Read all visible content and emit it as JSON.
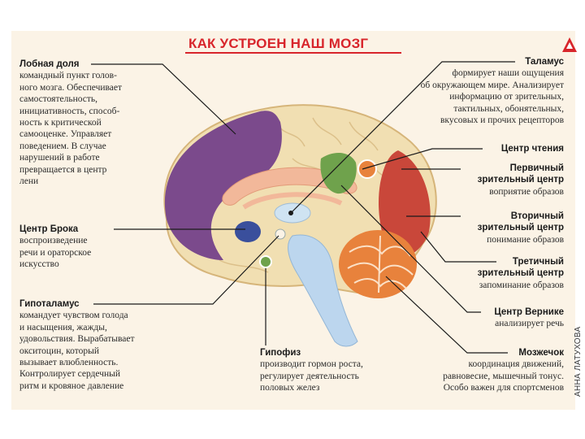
{
  "title": "КАК УСТРОЕН НАШ МОЗГ",
  "credit": "АННА ЛАТУХОВА",
  "colors": {
    "title_red": "#d8252b",
    "frontal": "#7b4a8c",
    "cortex": "#f1dfb2",
    "broca": "#3a4f9c",
    "reading": "#6fa24c",
    "visual": "#c9473a",
    "cerebellum": "#e8823c",
    "brainstem": "#bcd6ee",
    "line": "#1a1a1a"
  },
  "labels": {
    "frontal": {
      "heading": "Лобная доля",
      "lines": [
        "командный пункт голов-",
        "ного мозга. Обеспечивает",
        "самостоятельность,",
        "инициативность, способ-",
        "ность к критической",
        "самооценке. Управляет",
        "поведением. В случае",
        "нарушений в работе",
        "превращается в центр",
        "лени"
      ]
    },
    "broca": {
      "heading": "Центр Брока",
      "lines": [
        "воспроизведение",
        "речи и ораторское",
        "искусство"
      ]
    },
    "hypothalamus": {
      "heading": "Гипоталамус",
      "lines": [
        "командует чувством голода",
        "и насыщения, жажды,",
        "удовольствия. Вырабатывает",
        "окситоцин, который",
        "вызывает влюбленность.",
        "Контролирует сердечный",
        "ритм и кровяное давление"
      ]
    },
    "pituitary": {
      "heading": "Гипофиз",
      "lines": [
        "производит гормон роста,",
        "регулирует деятельность",
        "половых желез"
      ]
    },
    "thalamus": {
      "heading": "Таламус",
      "lines": [
        "формирует наши ощущения",
        "об окружающем мире. Анализирует",
        "информацию от зрительных,",
        "тактильных, обонятельных,",
        "вкусовых и прочих рецепторов"
      ]
    },
    "reading": {
      "heading": "Центр чтения",
      "lines": []
    },
    "primary_visual": {
      "heading_lines": [
        "Первичный",
        "зрительный центр"
      ],
      "lines": [
        "воприятие образов"
      ]
    },
    "secondary_visual": {
      "heading_lines": [
        "Вторичный",
        "зрительный центр"
      ],
      "lines": [
        "понимание образов"
      ]
    },
    "tertiary_visual": {
      "heading_lines": [
        "Третичный",
        "зрительный центр"
      ],
      "lines": [
        "запоминание образов"
      ]
    },
    "wernicke": {
      "heading": "Центр Вернике",
      "lines": [
        "анализирует речь"
      ]
    },
    "cerebellum": {
      "heading": "Мозжечок",
      "lines": [
        "координация движений,",
        "равновесие, мышечный тонус.",
        "Особо важен для спортсменов"
      ]
    }
  }
}
